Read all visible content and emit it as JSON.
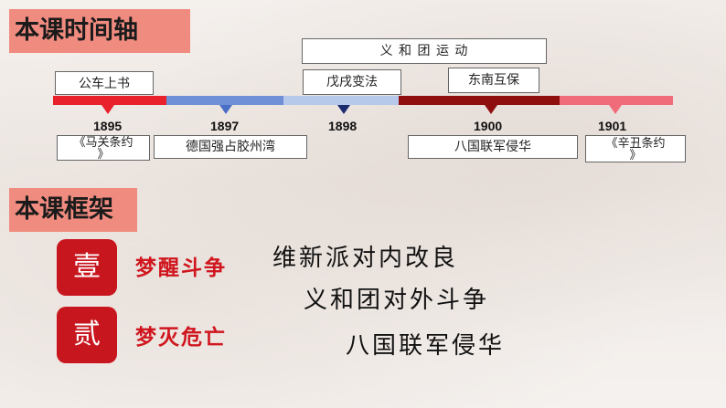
{
  "colors": {
    "accent_tab": "#f08b7f",
    "badge_red": "#c8161e",
    "label_red": "#d0161e",
    "bar_red": "#e8212a",
    "bar_blue": "#6f8fd6",
    "bar_lightblue": "#b7c9ea",
    "bar_darkred": "#8f0f0f",
    "bar_pink": "#f06c7a"
  },
  "timeline_section": {
    "title": "本课时间轴",
    "top_events": {
      "yihetuan": "义 和 团 运 动",
      "gongche": "公车上书",
      "wuxu": "戊戌变法",
      "dongnan": "东南互保"
    },
    "years": [
      "1895",
      "1897",
      "1898",
      "1900",
      "1901"
    ],
    "bottom_events": {
      "maguan_line1": "《马关条约",
      "maguan_line2": "》",
      "deguo": "德国强占胶州湾",
      "baguo": "八国联军侵华",
      "xinchou": "《辛丑条约",
      "xinchou_line2": "》"
    }
  },
  "framework_section": {
    "title": "本课框架",
    "items": [
      {
        "badge": "壹",
        "label": "梦醒斗争",
        "lines": [
          "维新派对内改良",
          "义和团对外斗争"
        ]
      },
      {
        "badge": "贰",
        "label": "梦灭危亡",
        "lines": [
          "八国联军侵华"
        ]
      }
    ]
  }
}
